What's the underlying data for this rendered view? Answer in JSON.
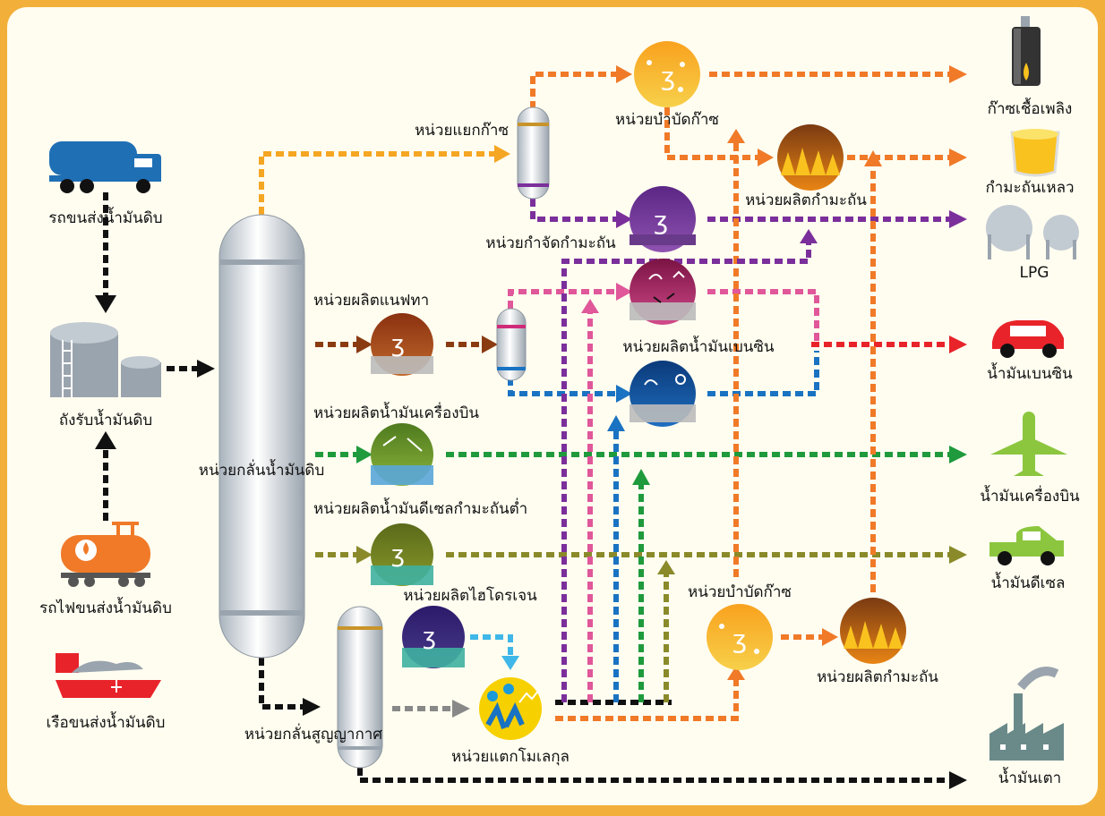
{
  "sources": {
    "truck": "รถขนส่งน้ำมันดิบ",
    "tank": "ถังรับน้ำมันดิบ",
    "train": "รถไฟขนส่งน้ำมันดิบ",
    "ship": "เรือขนส่งน้ำมันดิบ"
  },
  "units": {
    "crude_distillation": "หน่วยกลั่นน้ำมันดิบ",
    "vacuum_distillation": "หน่วยกลั่นสูญญากาศ",
    "gas_separation": "หน่วยแยกก๊าซ",
    "gas_treating_top": "หน่วยบำบัดก๊าซ",
    "sulfur_production_top": "หน่วยผลิตกำมะถัน",
    "sulfur_removal": "หน่วยกำจัดกำมะถัน",
    "naphtha": "หน่วยผลิตแนฟทา",
    "gasoline": "หน่วยผลิตน้ำมันเบนซิน",
    "jet_fuel": "หน่วยผลิตน้ำมันเครื่องบิน",
    "low_sulfur_diesel": "หน่วยผลิตน้ำมันดีเซลกำมะถันต่ำ",
    "hydrogen": "หน่วยผลิตไฮโดรเจน",
    "gas_treating_bottom": "หน่วยบำบัดก๊าซ",
    "sulfur_production_bottom": "หน่วยผลิตกำมะถัน",
    "cracking": "หน่วยแตกโมเลกุล"
  },
  "products": {
    "fuel_gas": "ก๊าซเชื้อเพลิง",
    "liquid_sulfur": "กำมะถันเหลว",
    "lpg": "LPG",
    "gasoline": "น้ำมันเบนซิน",
    "jet_fuel": "น้ำมันเครื่องบิน",
    "diesel": "น้ำมันดีเซล",
    "fuel_oil": "น้ำมันเตา"
  },
  "colors": {
    "frame": "#f2b03a",
    "panel": "#fffdf0",
    "orange_flow": "#f07a28",
    "yellow_flow": "#f5a623",
    "purple_flow": "#7b2f9b",
    "pink_flow": "#e0579a",
    "blue_flow": "#1a73c2",
    "brown_flow": "#8a3b12",
    "green_flow": "#1f9a3c",
    "olive_flow": "#8a8a2a",
    "red_flow": "#e8232a",
    "gray_flow": "#888888",
    "cyan_flow": "#3fb7e8",
    "black_flow": "#111111"
  }
}
